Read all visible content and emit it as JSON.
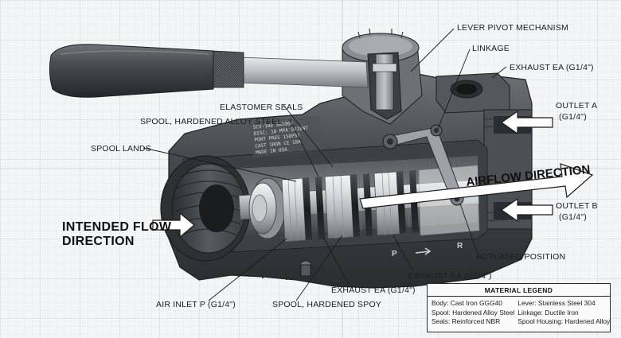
{
  "labels": {
    "lever_pivot": "LEVER PIVOT MECHANISM",
    "linkage": "LINKAGE",
    "exhaust_ea_top": "EXHAUST EA (G1/4\")",
    "outlet_a_1": "OUTLET A",
    "outlet_a_2": "(G1/4\")",
    "elastomer_seals": "ELASTOMER SEALS",
    "spool_hardened_alloy": "SPOOL, HARDENED ALLOY STEEL",
    "spool_lands": "SPOOL LANDS",
    "airflow_direction": "AIRFLOW DIRECTION",
    "outlet_b_1": "OUTLET B",
    "outlet_b_2": "(G1/4\")",
    "intended_flow_1": "INTENDED FLOW",
    "intended_flow_2": "DIRECTION",
    "actuated_position": "ACTUATED POSITION",
    "exhaust_ea_mid": "EXHAUST EA (G1/4\")",
    "exhaust_ea_low": "EXHAUST EA (G1/4\")",
    "air_inlet": "AIR INLET P (G1/4\")",
    "spool_hardened_spoy": "SPOOL, HARDENED SPOY"
  },
  "engraving": {
    "lines": [
      "SCV-100  SW1064",
      "DISC: 10 MPA  ORIENT",
      "PORT PRES  150PSI",
      "CAST IRON  CE 10A",
      "MADE IN USA"
    ],
    "port_p": "P",
    "port_r": "R"
  },
  "legend": {
    "title": "MATERIAL LEGEND",
    "entries": [
      "Body: Cast Iron GGG40",
      "Lever: Stainless Steel 304",
      "Spool: Hardened Alloy Steel",
      "Linkage: Ductile Iron",
      "Seals: Reinforced NBR",
      "Spool Housing: Hardened Alloy"
    ]
  },
  "colors": {
    "background": "#f4f5f6",
    "grid_minor": "#dde1e4",
    "grid_major": "#c9ced2",
    "body_dark": "#3a3d40",
    "body_mid": "#5a5e62",
    "body_light": "#7d8186",
    "steel_light": "#d4d7da",
    "steel_mid": "#a9adb1",
    "arrow_fill": "#ffffff",
    "ink": "#1a1a1a"
  }
}
